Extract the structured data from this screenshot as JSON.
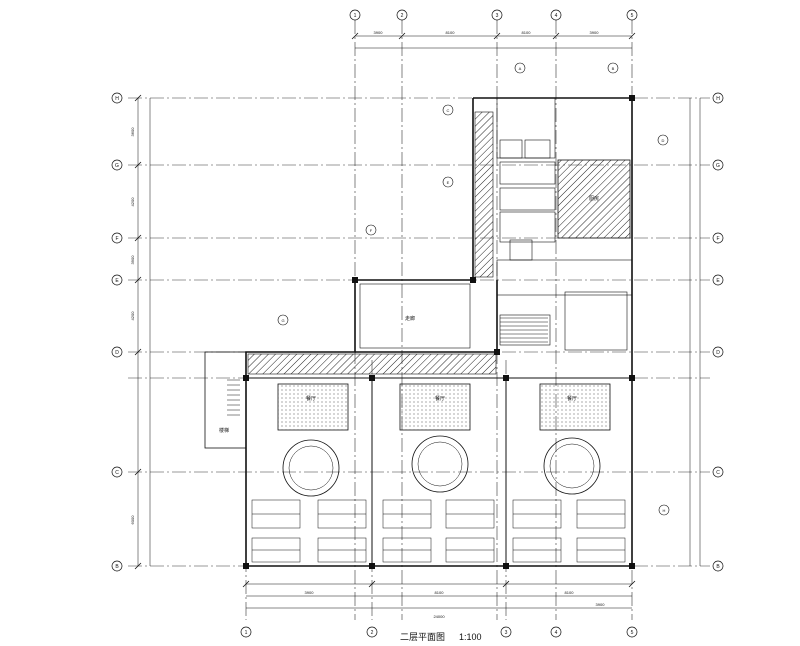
{
  "drawing": {
    "title": "二层平面图",
    "scale": "1:100",
    "colors": {
      "line": "#111111",
      "hatch": "#222222",
      "grid": "#333333",
      "background": "#ffffff"
    }
  },
  "grid_labels": {
    "top": [
      "1",
      "2",
      "3",
      "4",
      "5"
    ],
    "bottom": [
      "1",
      "2",
      "3",
      "4",
      "5"
    ],
    "left": [
      "H",
      "G",
      "F",
      "E",
      "D",
      "C",
      "B"
    ],
    "right": [
      "H",
      "G",
      "F",
      "E",
      "D",
      "C",
      "B"
    ]
  },
  "dimensions": {
    "top": [
      "3900",
      "8100",
      "8100",
      "3900"
    ],
    "bottom": [
      "3900",
      "8100",
      "8100",
      "3900"
    ],
    "left": [
      "3600",
      "4200",
      "3900",
      "4200",
      "6000"
    ],
    "total": "24000"
  },
  "rooms": [
    {
      "id": "dining-1",
      "label": "餐厅"
    },
    {
      "id": "dining-2",
      "label": "餐厅"
    },
    {
      "id": "dining-3",
      "label": "餐厅"
    },
    {
      "id": "kitchen",
      "label": "厨房"
    },
    {
      "id": "corridor",
      "label": "走廊"
    },
    {
      "id": "stair",
      "label": "楼梯"
    }
  ],
  "markers": [
    "A",
    "B",
    "C",
    "D",
    "E",
    "F",
    "G",
    "H"
  ]
}
